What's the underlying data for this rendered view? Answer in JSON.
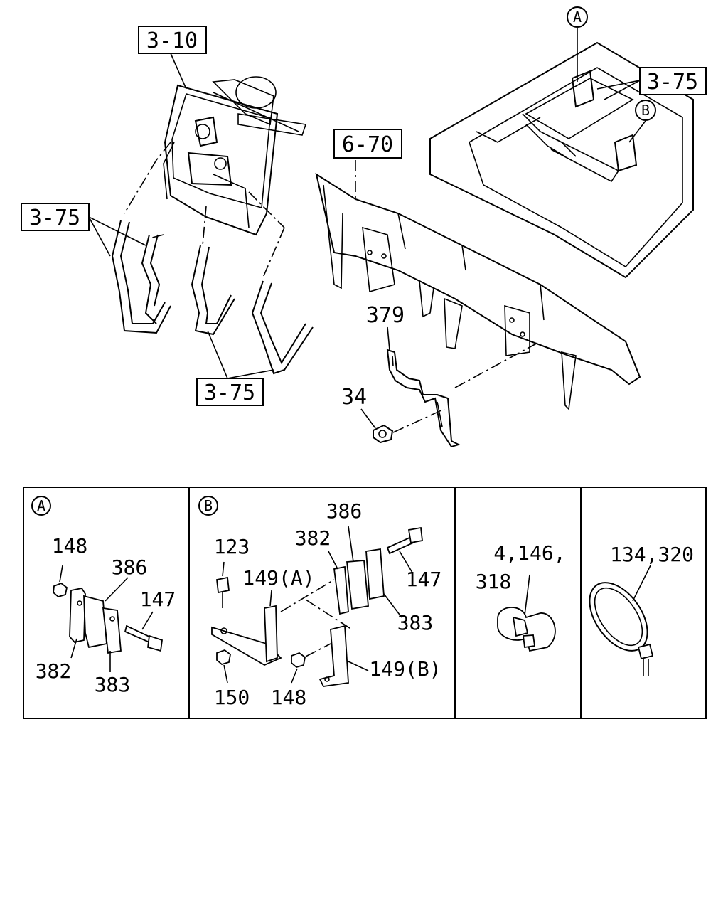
{
  "callouts": {
    "ref_3_10": "3-10",
    "ref_3_75_top": "3-75",
    "ref_3_75_left": "3-75",
    "ref_3_75_bottom": "3-75",
    "ref_6_70": "6-70",
    "part_379": "379",
    "part_34": "34",
    "marker_a": "A",
    "marker_b": "B"
  },
  "detail_panels": {
    "panel_a": {
      "marker": "A",
      "labels": {
        "p148": "148",
        "p386": "386",
        "p147": "147",
        "p382": "382",
        "p383": "383"
      }
    },
    "panel_b": {
      "marker": "B",
      "labels": {
        "p123": "123",
        "p149a": "149(A)",
        "p382": "382",
        "p386": "386",
        "p147": "147",
        "p383": "383",
        "p149b": "149(B)",
        "p150": "150",
        "p148": "148"
      }
    },
    "panel_clip": {
      "line1": "4,146,",
      "line2": "318"
    },
    "panel_tie": {
      "label": "134,320"
    }
  }
}
